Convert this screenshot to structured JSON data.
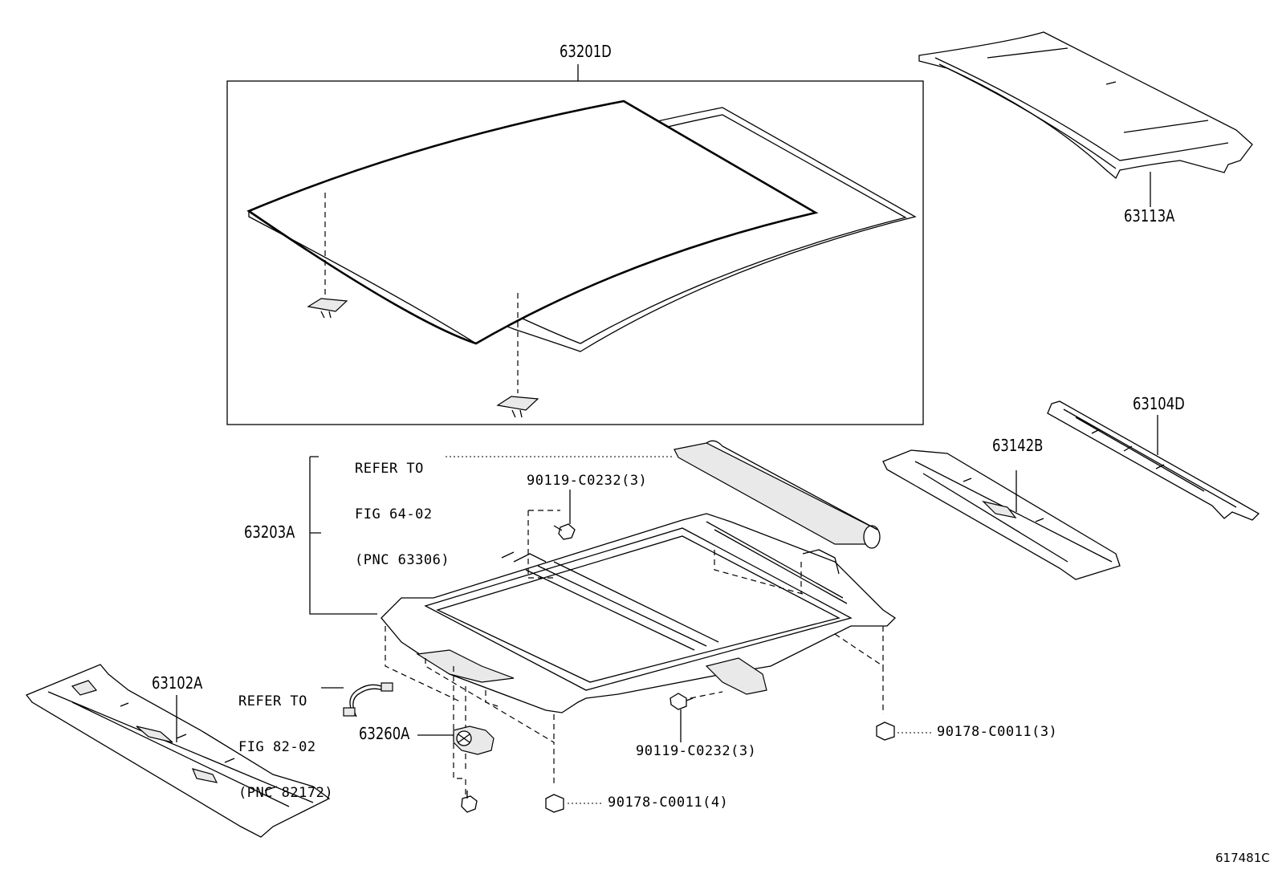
{
  "labels": {
    "roof_glass": "63201D",
    "roof_panel": "63113A",
    "rail_rear": "63104D",
    "rail_center": "63142B",
    "rail_front": "63102A",
    "sunroof_housing": "63203A",
    "motor": "63260A",
    "bolt_upper": "90119-C0232(3)",
    "bolt_lower": "90119-C0232(3)",
    "nut_right": "90178-C0011(3)",
    "nut_bottom": "90178-C0011(4)",
    "refer_1_line1": "REFER TO",
    "refer_1_line2": "FIG 64-02",
    "refer_1_line3": "(PNC 63306)",
    "refer_2_line1": "REFER TO",
    "refer_2_line2": "FIG 82-02",
    "refer_2_line3": "(PNC 82172)",
    "diagram_id": "617481C"
  },
  "icons": [
    "glass-panel-icon",
    "roof-panel-icon",
    "roof-rail-icon",
    "sunroof-frame-icon",
    "sunshade-roll-icon",
    "motor-icon",
    "bolt-icon",
    "nut-icon",
    "wire-harness-icon",
    "clip-icon"
  ]
}
